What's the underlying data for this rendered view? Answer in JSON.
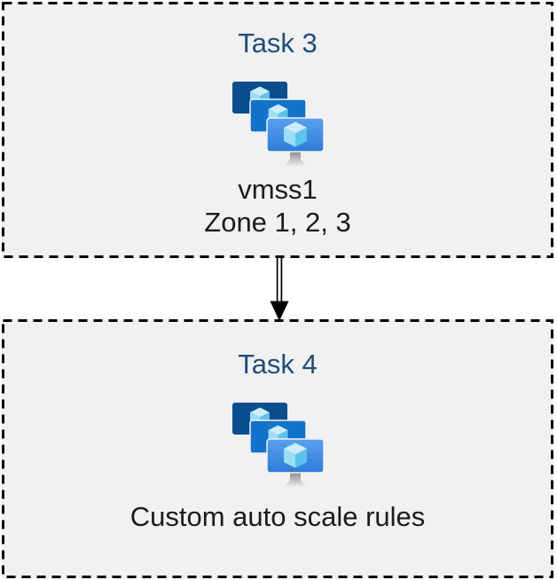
{
  "page": {
    "background": "#ffffff"
  },
  "style": {
    "box_background": "#f1f1f1",
    "box_border_color": "#000000",
    "title_color": "#1f4e79",
    "label_color": "#1b1b1b"
  },
  "icon_colors": {
    "monitor_back": "#0b4e8e",
    "monitor_middle": "#1372ca",
    "monitor_front_gradient_top": "#5aa0ef",
    "monitor_front_gradient_bottom": "#2d7dd6",
    "cube_top_face": "#cbecfb",
    "cube_left_face": "#9adef8",
    "cube_right_face": "#5ec2ee",
    "stand_gradient_top": "#8e8e8e",
    "stand_gradient_bottom": "#ececec"
  },
  "tasks": [
    {
      "title": "Task 3",
      "icon": "vm-scale-set-icon",
      "labels": [
        "vmss1",
        "Zone 1, 2, 3"
      ]
    },
    {
      "title": "Task 4",
      "icon": "vm-scale-set-icon",
      "labels": [
        "Custom auto scale rules"
      ]
    }
  ],
  "connector": {
    "shape": "double-line-arrow",
    "direction": "down",
    "color": "#000000"
  }
}
